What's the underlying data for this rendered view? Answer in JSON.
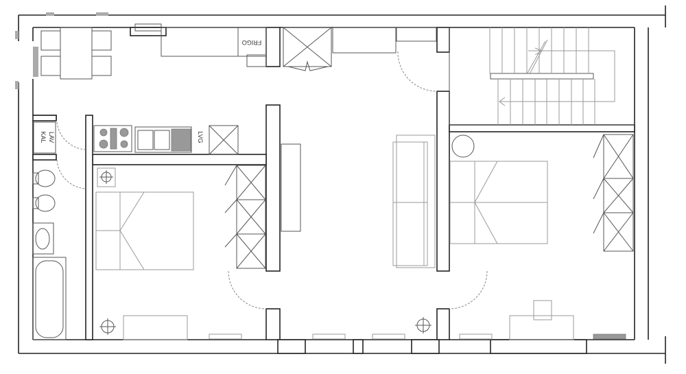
{
  "labels": {
    "fridge": "FRIGO",
    "dishwasher": "LVG",
    "boiler": "KAL",
    "washing_machine": "LAV"
  },
  "colors": {
    "walls": "#222222",
    "furniture": "#555555",
    "background": "#ffffff"
  }
}
